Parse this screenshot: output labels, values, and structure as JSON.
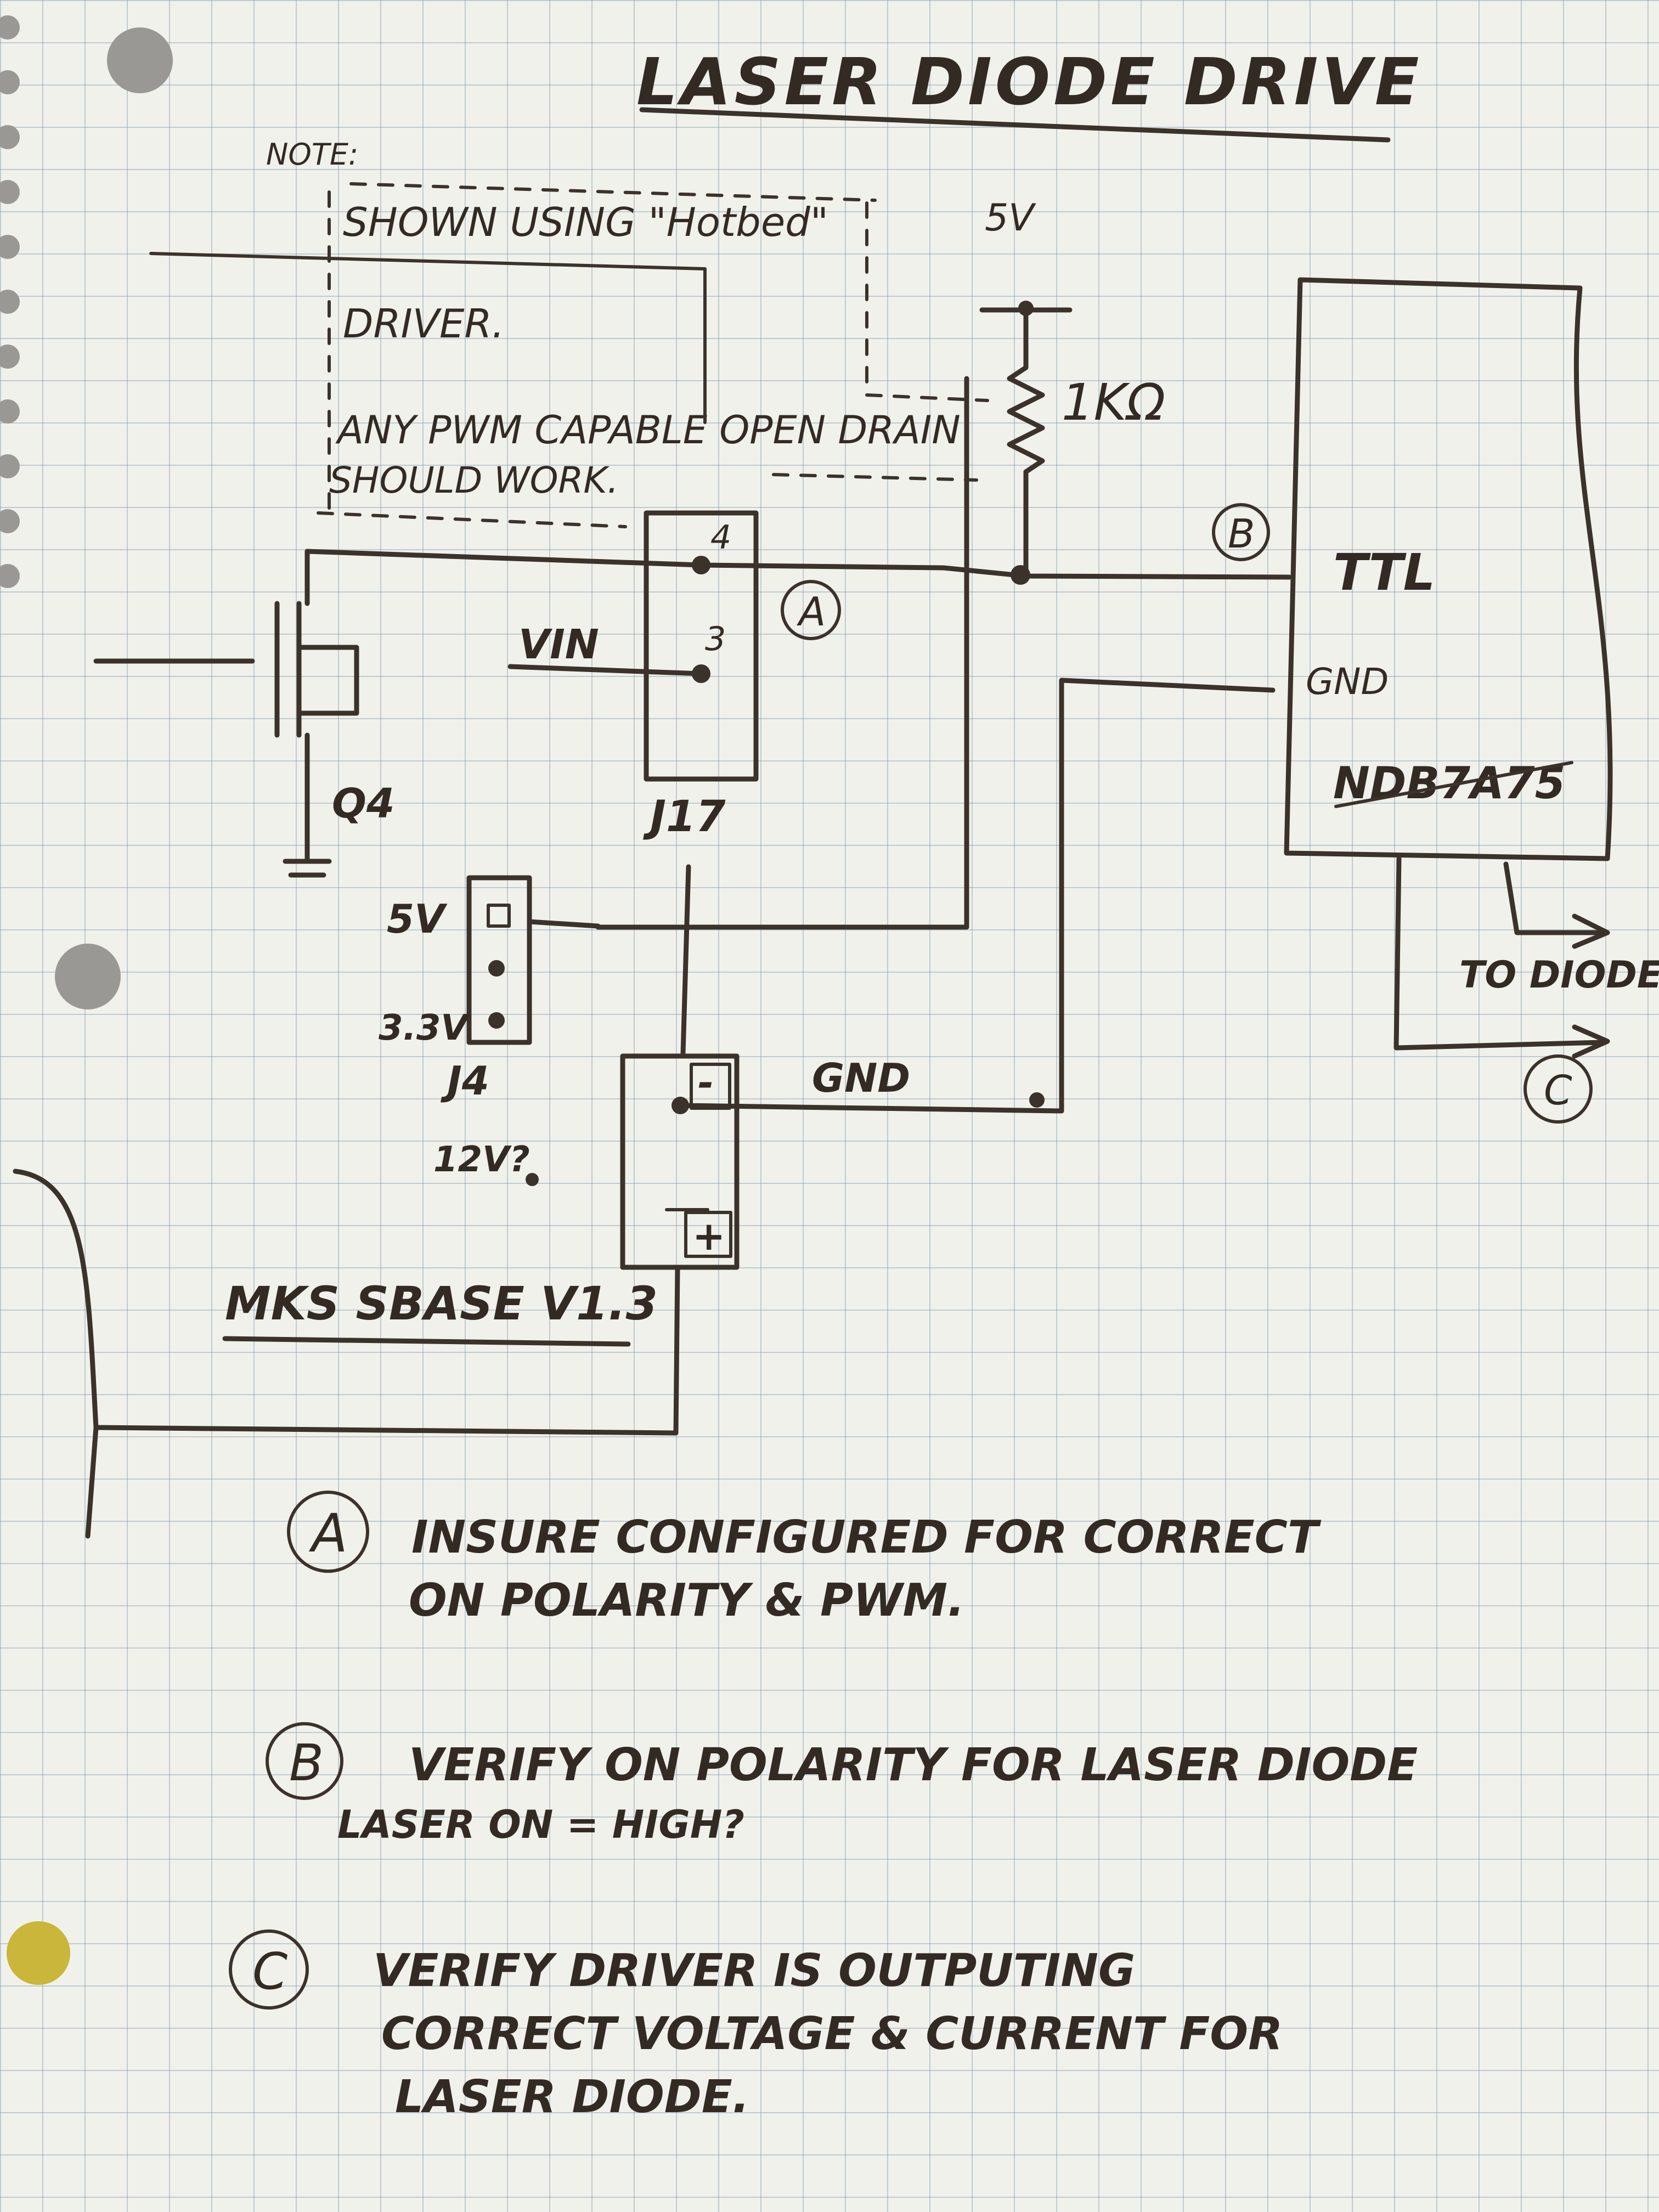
{
  "title": "LASER DIODE DRIVE",
  "note": {
    "heading": "NOTE:",
    "line1": "SHOWN USING \"Hotbed\"",
    "line2": "DRIVER.",
    "line3": "ANY PWM CAPABLE OPEN DRAIN",
    "line4": "SHOULD WORK."
  },
  "supply_5v_top": "5V",
  "resistor": "1KΩ",
  "labels": {
    "circle_a": "A",
    "circle_b": "B",
    "circle_c": "C",
    "pin4": "4",
    "pin3": "3",
    "vin": "VIN",
    "q4": "Q4",
    "j17": "J17",
    "j4_5v": "5V",
    "j4_33v": "3.3V",
    "j4": "J4",
    "v12": "12V?",
    "minus": "-",
    "plus": "+",
    "gnd_wire": "GND",
    "board": "MKS SBASE V1.3",
    "ttl": "TTL",
    "gnd_pin": "GND",
    "module": "NDB7A75",
    "to_diode": "TO DIODE"
  },
  "notes": [
    {
      "marker": "A",
      "line1": "INSURE CONFIGURED FOR CORRECT",
      "line2": "ON POLARITY & PWM."
    },
    {
      "marker": "B",
      "line1": "VERIFY ON POLARITY FOR LASER DIODE",
      "line2": "LASER ON = HIGH?"
    },
    {
      "marker": "C",
      "line1": "VERIFY DRIVER IS OUTPUTING",
      "line2": "CORRECT VOLTAGE & CURRENT FOR",
      "line3": "LASER DIODE."
    }
  ]
}
